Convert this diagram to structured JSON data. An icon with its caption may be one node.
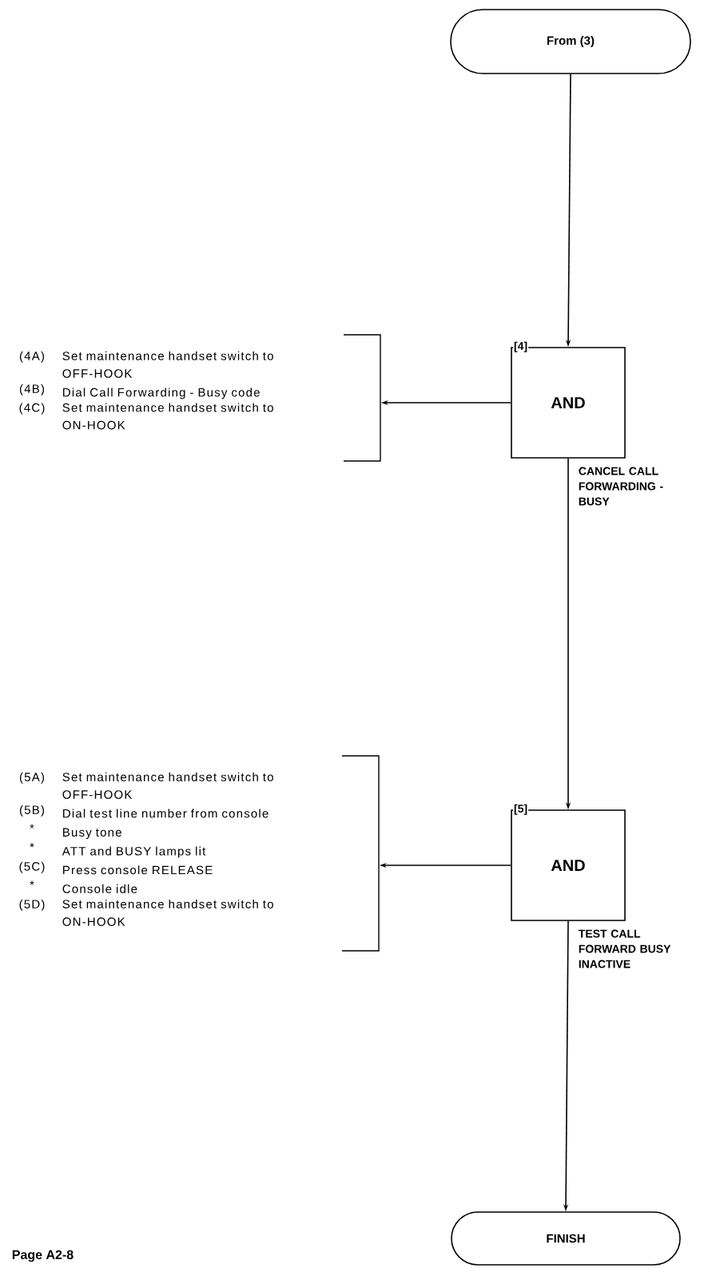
{
  "diagram": {
    "nodes": [
      {
        "text": [
          "From (3)"
        ]
      },
      {
        "text": [
          "AND"
        ],
        "beside": [
          "[4]",
          "CANCEL CALL FORWARDING - BUSY"
        ]
      },
      {
        "text": [
          "(4A)",
          "Set maintenance handset switch to OFF-HOOK",
          "(4B)",
          "Dial Call Forwarding - Busy code",
          "(4C)",
          "Set maintenance handset switch to ON-HOOK"
        ]
      },
      {
        "text": [
          "AND"
        ],
        "beside": [
          "[5]",
          "TEST CALL FORWARD BUSY INACTIVE"
        ]
      },
      {
        "text": [
          "(5A)",
          "Set maintenance handset switch to OFF-HOOK",
          "(5B)",
          "Dial test line number from console",
          "*",
          "Busy tone",
          "*",
          "ATT and BUSY lamps lit",
          "(5C)",
          "Press console RELEASE",
          "*",
          "Console idle",
          "(5D)",
          "Set maintenance handset switch to ON-HOOK"
        ]
      },
      {
        "text": [
          "FINISH"
        ]
      }
    ],
    "edges": [
      {
        "from": 0,
        "to": 1,
        "arrow": "to"
      },
      {
        "from": 1,
        "to": 2,
        "arrow": "to"
      },
      {
        "from": 1,
        "to": 3,
        "arrow": "to"
      },
      {
        "from": 3,
        "to": 4,
        "arrow": "to"
      },
      {
        "from": 3,
        "to": 5,
        "arrow": "to"
      }
    ],
    "labels": [
      "Page A2-8"
    ]
  }
}
